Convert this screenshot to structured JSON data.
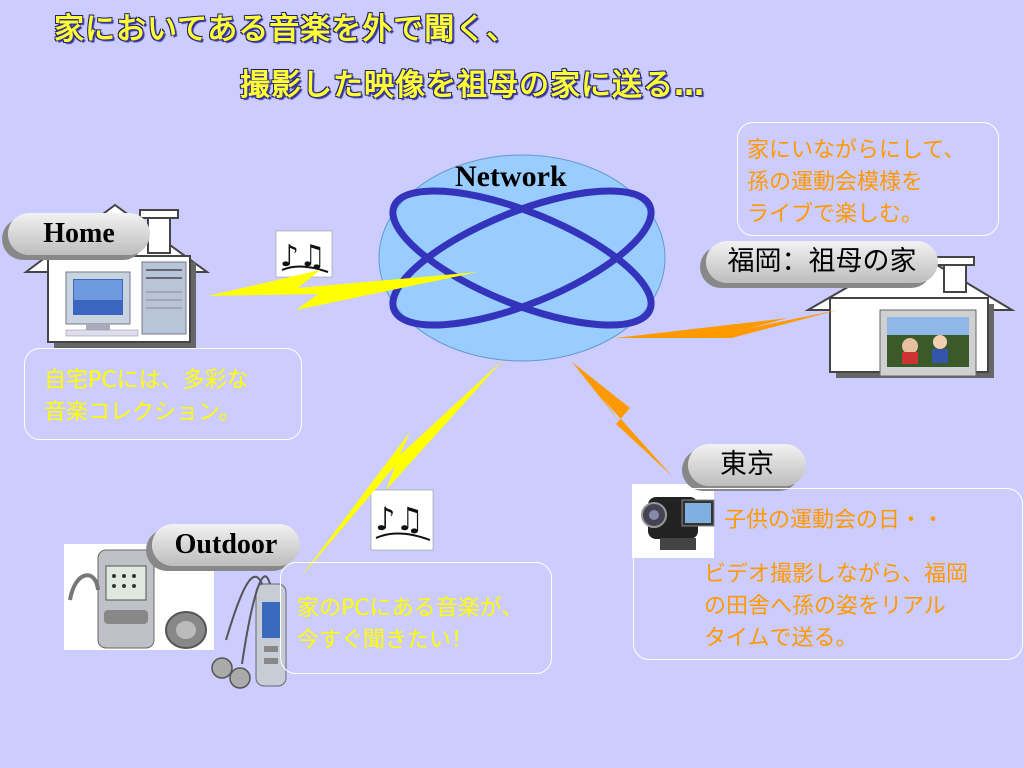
{
  "title": {
    "line1": "家においてある音楽を外で聞く、",
    "line2": "撮影した映像を祖母の家に送る…"
  },
  "network": {
    "label": "Network"
  },
  "home": {
    "label": "Home",
    "caption_line1": "自宅PCには、多彩な",
    "caption_line2": "音楽コレクション。"
  },
  "fukuoka": {
    "label": "福岡：祖母の家",
    "caption_line1": "家にいながらにして、",
    "caption_line2": "孫の運動会模様を",
    "caption_line3": "ライブで楽しむ。"
  },
  "tokyo": {
    "label": "東京",
    "line_a": "子供の運動会の日・・",
    "line_b1": "ビデオ撮影しながら、福岡",
    "line_b2": "の田舎へ孫の姿をリアル",
    "line_b3": "タイムで送る。"
  },
  "outdoor": {
    "label": "Outdoor",
    "caption_line1": "家のPCにある音楽が、",
    "caption_line2": "今すぐ聞きたい！"
  },
  "colors": {
    "background": "#ccccff",
    "title": "#ffff33",
    "yellow_text": "#ffff00",
    "orange_text": "#ff9900",
    "network_fill": "#99ccff",
    "network_rings": "#3333bb",
    "bolt_yellow": "#ffff00",
    "bolt_orange": "#ff9900"
  },
  "icons": {
    "music": "music-notes-icon",
    "house": "house-icon",
    "pc": "desktop-pc-icon",
    "tv": "tv-icon",
    "camcorder": "camcorder-icon",
    "pda": "pda-icon",
    "player": "mp3-player-icon"
  }
}
